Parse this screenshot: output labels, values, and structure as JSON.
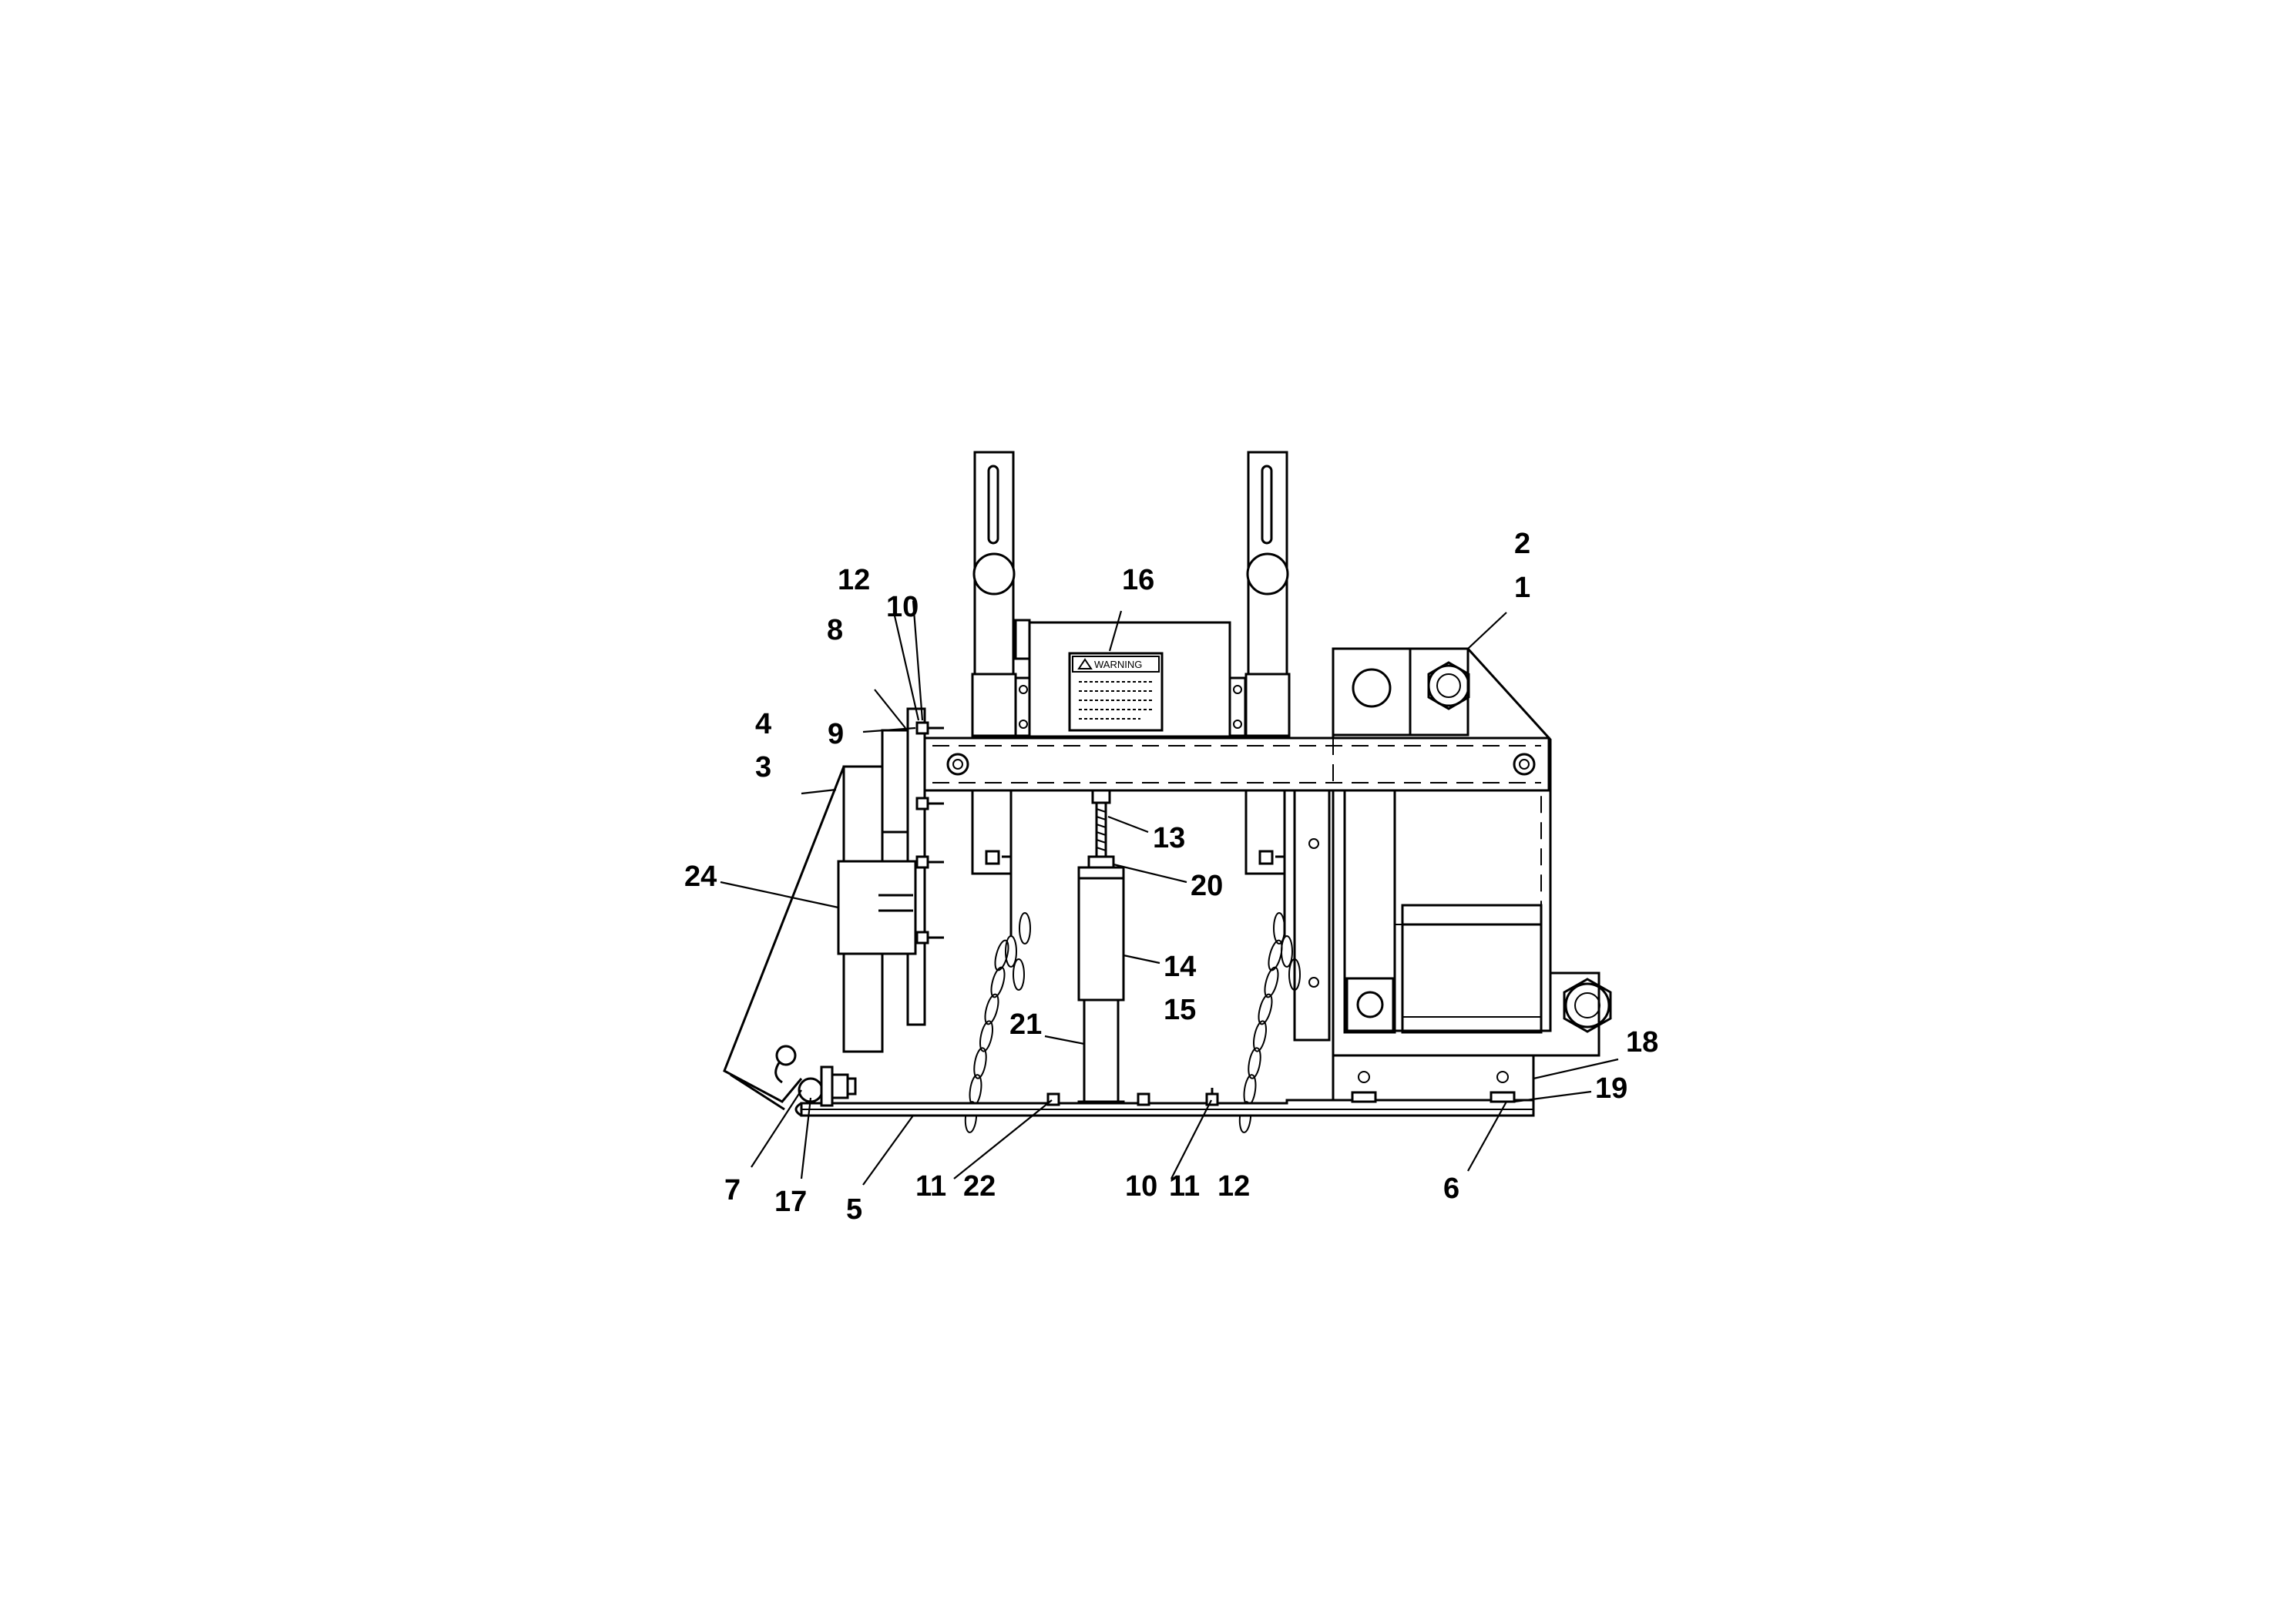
{
  "callouts": {
    "c1": "1",
    "c2": "2",
    "c3": "3",
    "c4": "4",
    "c5": "5",
    "c6": "6",
    "c7": "7",
    "c8": "8",
    "c9": "9",
    "c10a": "10",
    "c10b": "10",
    "c11a": "11",
    "c11b": "11",
    "c12a": "12",
    "c12b": "12",
    "c13": "13",
    "c14": "14",
    "c15": "15",
    "c16": "16",
    "c17": "17",
    "c18": "18",
    "c19": "19",
    "c20": "20",
    "c21": "21",
    "c22": "22",
    "c24": "24"
  },
  "warning_label": {
    "title": "WARNING"
  }
}
